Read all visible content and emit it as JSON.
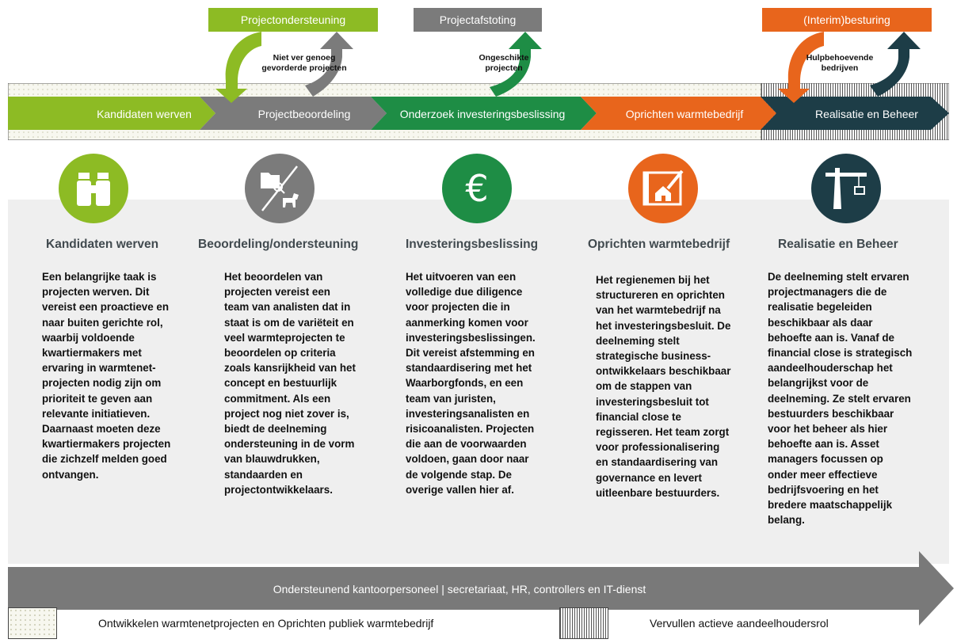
{
  "top_boxes": {
    "projectondersteuning": "Projectondersteuning",
    "projectafstoting": "Projectafstoting",
    "besturing": "(Interim)besturing"
  },
  "notes": {
    "niet_ver": [
      "Niet ver genoeg",
      "gevorderde projecten"
    ],
    "ongeschikte": [
      "Ongeschikte",
      "projecten"
    ],
    "hulpbehoevende": [
      "Hulpbehoevende",
      "bedrijven"
    ]
  },
  "stages": [
    "Kandidaten werven",
    "Projectbeoordeling",
    "Onderzoek investeringsbeslissing",
    "Oprichten warmtebedrijf",
    "Realisatie en Beheer"
  ],
  "icons": [
    "binoculars-icon",
    "folder-search-and-dog-icon",
    "euro-icon",
    "blueprint-house-icon",
    "construction-crane-icon"
  ],
  "colors": {
    "green": "#8dbb24",
    "grey": "#7b7b7b",
    "darkgreen": "#1e8d45",
    "orange": "#e8651c",
    "darkteal": "#1d3d47",
    "midgrey": "#797979",
    "lightgrey": "#efefef"
  },
  "columns": [
    {
      "title": "Kandidaten werven",
      "lines": [
        "Een belangrijke taak is",
        "projecten werven. Dit",
        "vereist een proactieve en",
        "naar buiten gerichte rol,",
        "waarbij voldoende",
        "kwartiermakers met",
        "ervaring in warmtenet-",
        "projecten nodig zijn om",
        "prioriteit te geven aan",
        "relevante initiatieven.",
        "Daarnaast moeten deze",
        "kwartiermakers projecten",
        "die zichzelf melden goed",
        "ontvangen."
      ]
    },
    {
      "title": "Beoordeling/ondersteuning",
      "lines": [
        "Het beoordelen van",
        "projecten vereist een",
        "team van analisten dat in",
        "staat is om de variëteit en",
        "veel warmteprojecten te",
        "beoordelen op criteria",
        "zoals kansrijkheid van het",
        "concept en bestuurlijk",
        "commitment. Als een",
        "project nog niet zover is,",
        "biedt de deelneming",
        "ondersteuning in de vorm",
        "van blauwdrukken,",
        "standaarden en",
        "projectontwikkelaars."
      ]
    },
    {
      "title": "Investeringsbeslissing",
      "lines": [
        "Het uitvoeren van een",
        "volledige due diligence",
        "voor projecten die in",
        "aanmerking komen voor",
        "investeringsbeslissingen.",
        "Dit vereist afstemming en",
        "standaardisering met het",
        "Waarborgfonds, en een",
        "team van juristen,",
        "investeringsanalisten en",
        "risicoanalisten. Projecten",
        "die aan de voorwaarden",
        "voldoen, gaan door naar",
        "de volgende stap. De",
        "overige vallen hier af."
      ]
    },
    {
      "title": "Oprichten warmtebedrijf",
      "lines": [
        "Het regienemen bij het",
        "structureren en oprichten",
        "van het warmtebedrijf na",
        "het investeringsbesluit. De",
        "deelneming  stelt",
        "strategische business-",
        "ontwikkelaars beschikbaar",
        "om de stappen van",
        "investeringsbesluit tot",
        "financial close te",
        "regisseren. Het team zorgt",
        "voor professionalisering",
        "en standaardisering van",
        "governance en levert",
        "uitleenbare bestuurders."
      ]
    },
    {
      "title": "Realisatie en Beheer",
      "lines": [
        "De deelneming stelt ervaren",
        "projectmanagers die de",
        "realisatie begeleiden",
        "beschikbaar als daar",
        "behoefte aan is. Vanaf de",
        "financial close is strategisch",
        "aandeelhouderschap het",
        "belangrijkst voor de",
        "deelneming. Ze stelt ervaren",
        "bestuurders beschikbaar",
        "voor het beheer als hier",
        "behoefte aan is. Asset",
        "managers focussen op",
        "onder meer effectieve",
        "bedrijfsvoering en het",
        "bredere maatschappelijk",
        "belang."
      ]
    }
  ],
  "support": "Ondersteunend kantoorpersoneel | secretariaat, HR, controllers en IT-dienst",
  "legend": {
    "dotted": "Ontwikkelen warmtenetprojecten en Oprichten publiek warmtebedrijf",
    "striped": "Vervullen actieve aandeelhoudersrol"
  }
}
